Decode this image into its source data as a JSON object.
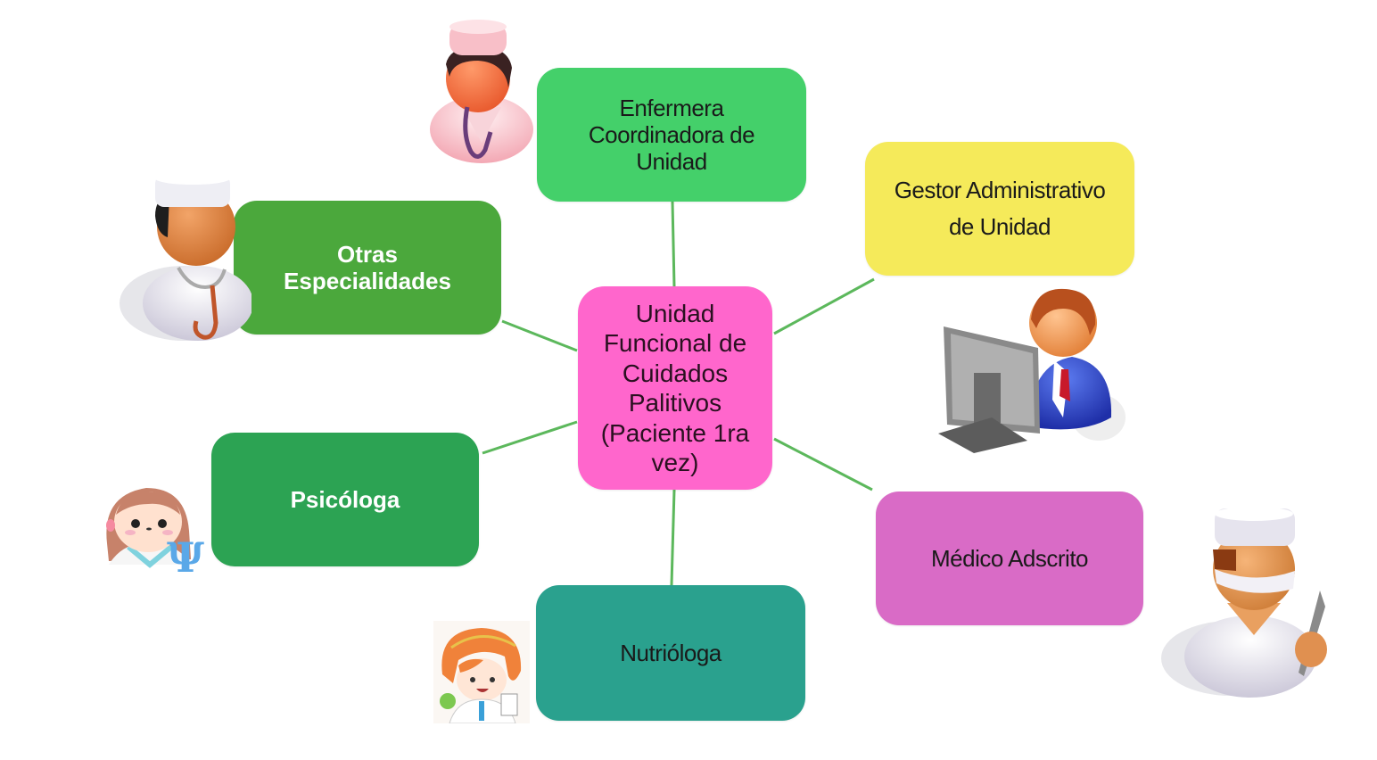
{
  "diagram": {
    "type": "hub-and-spoke",
    "connector_color": "#5cb85c",
    "center": {
      "label": "Unidad\nFuncional  de\nCuidados\nPalitivos\n(Paciente 1ra\nvez)",
      "color": "#ff66cc"
    },
    "nodes": [
      {
        "id": "enfermera",
        "label": "Enfermera\nCoordinadora de\nUnidad",
        "color": "#44d06a",
        "figure": "nurse-icon"
      },
      {
        "id": "gestor",
        "label": "Gestor Administrativo\nde Unidad",
        "color": "#f5ea5a",
        "figure": "administrator-at-computer-icon"
      },
      {
        "id": "otras",
        "label": "Otras\nEspecialidades",
        "color": "#4ba83c",
        "figure": "doctor-stethoscope-icon"
      },
      {
        "id": "psicologa",
        "label": "Psicóloga",
        "color": "#2ca353",
        "figure": "psychologist-icon"
      },
      {
        "id": "medico",
        "label": "Médico Adscrito",
        "color": "#d96bc6",
        "figure": "surgeon-icon"
      },
      {
        "id": "nutri",
        "label": "Nutrióloga",
        "color": "#2aa18e",
        "figure": "nutritionist-icon"
      }
    ]
  }
}
